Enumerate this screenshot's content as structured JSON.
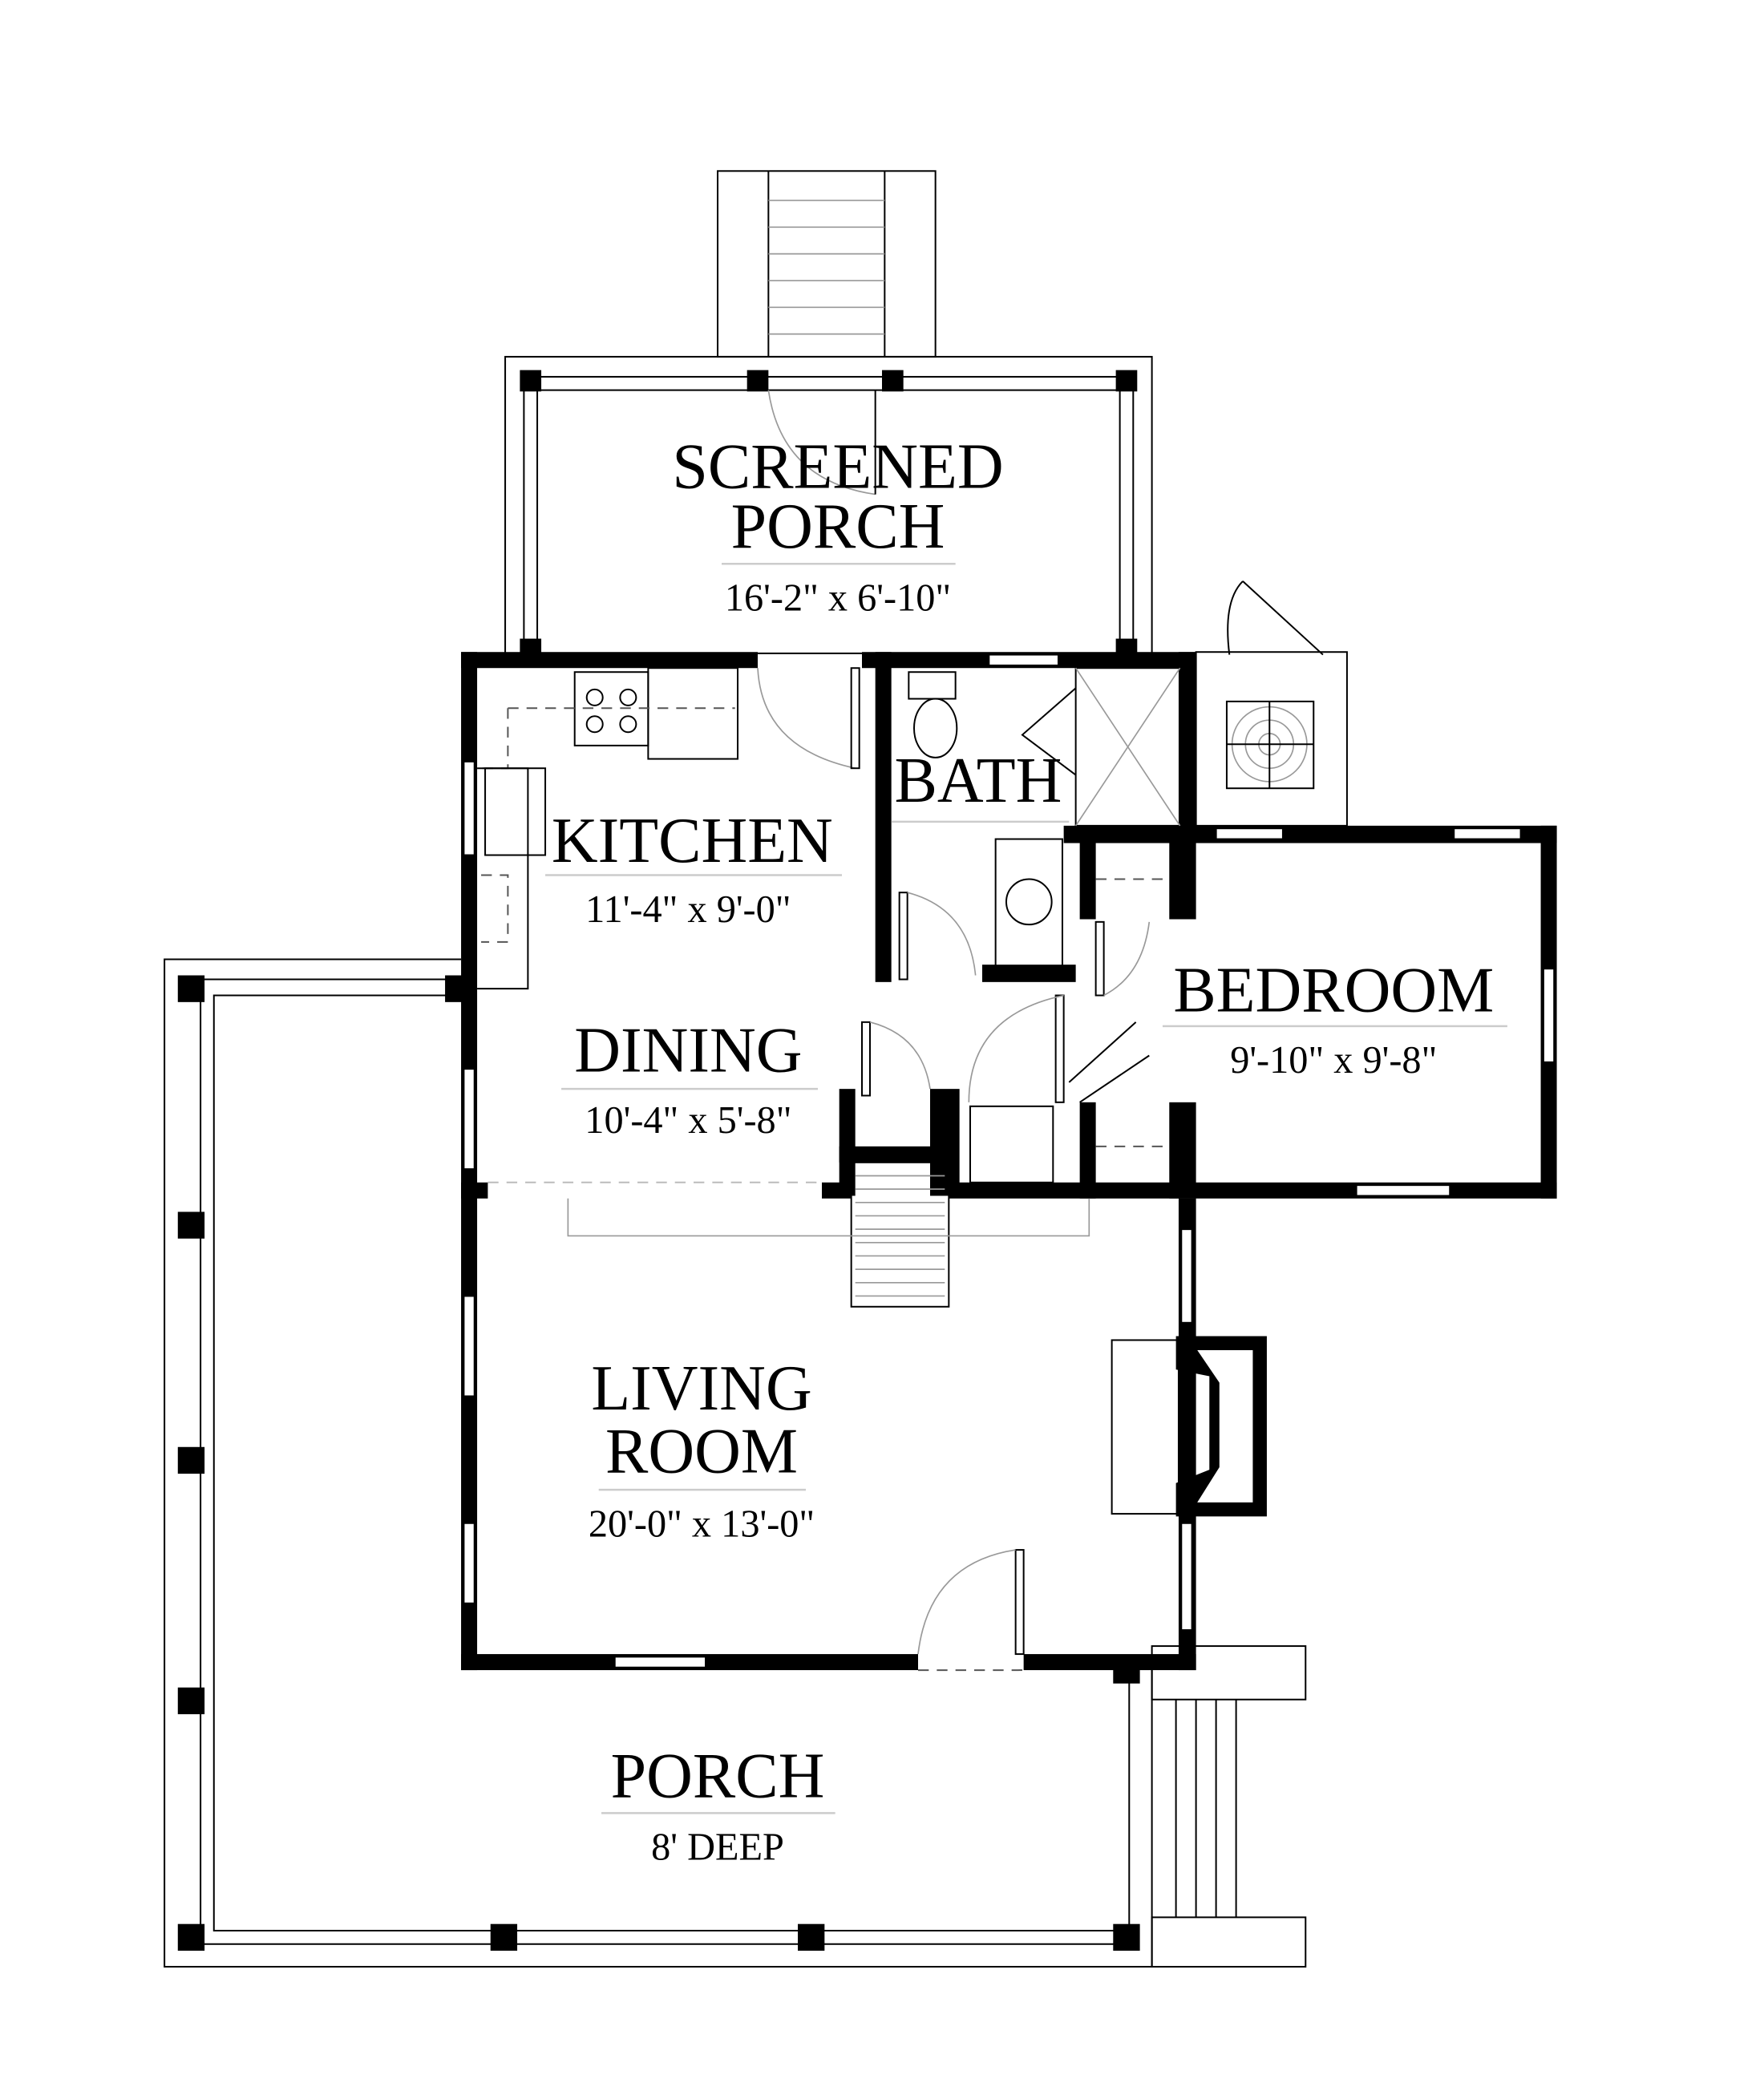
{
  "plan": {
    "rooms": [
      {
        "id": "screened-porch",
        "name_lines": [
          "SCREENED",
          "PORCH"
        ],
        "dimensions": "16'-2\" x 6'-10\""
      },
      {
        "id": "kitchen",
        "name_lines": [
          "KITCHEN"
        ],
        "dimensions": "11'-4\" x 9'-0\""
      },
      {
        "id": "bath",
        "name_lines": [
          "BATH"
        ]
      },
      {
        "id": "bedroom",
        "name_lines": [
          "BEDROOM"
        ],
        "dimensions": "9'-10\" x 9'-8\""
      },
      {
        "id": "dining",
        "name_lines": [
          "DINING"
        ],
        "dimensions": "10'-4\" x 5'-8\""
      },
      {
        "id": "living-room",
        "name_lines": [
          "LIVING",
          "ROOM"
        ],
        "dimensions": "20'-0\" x 13'-0\""
      },
      {
        "id": "porch",
        "name_lines": [
          "PORCH"
        ],
        "dimensions": "8' DEEP"
      }
    ],
    "colors": {
      "wall": "#000000",
      "background": "#ffffff",
      "underline": "#cccccc"
    }
  }
}
